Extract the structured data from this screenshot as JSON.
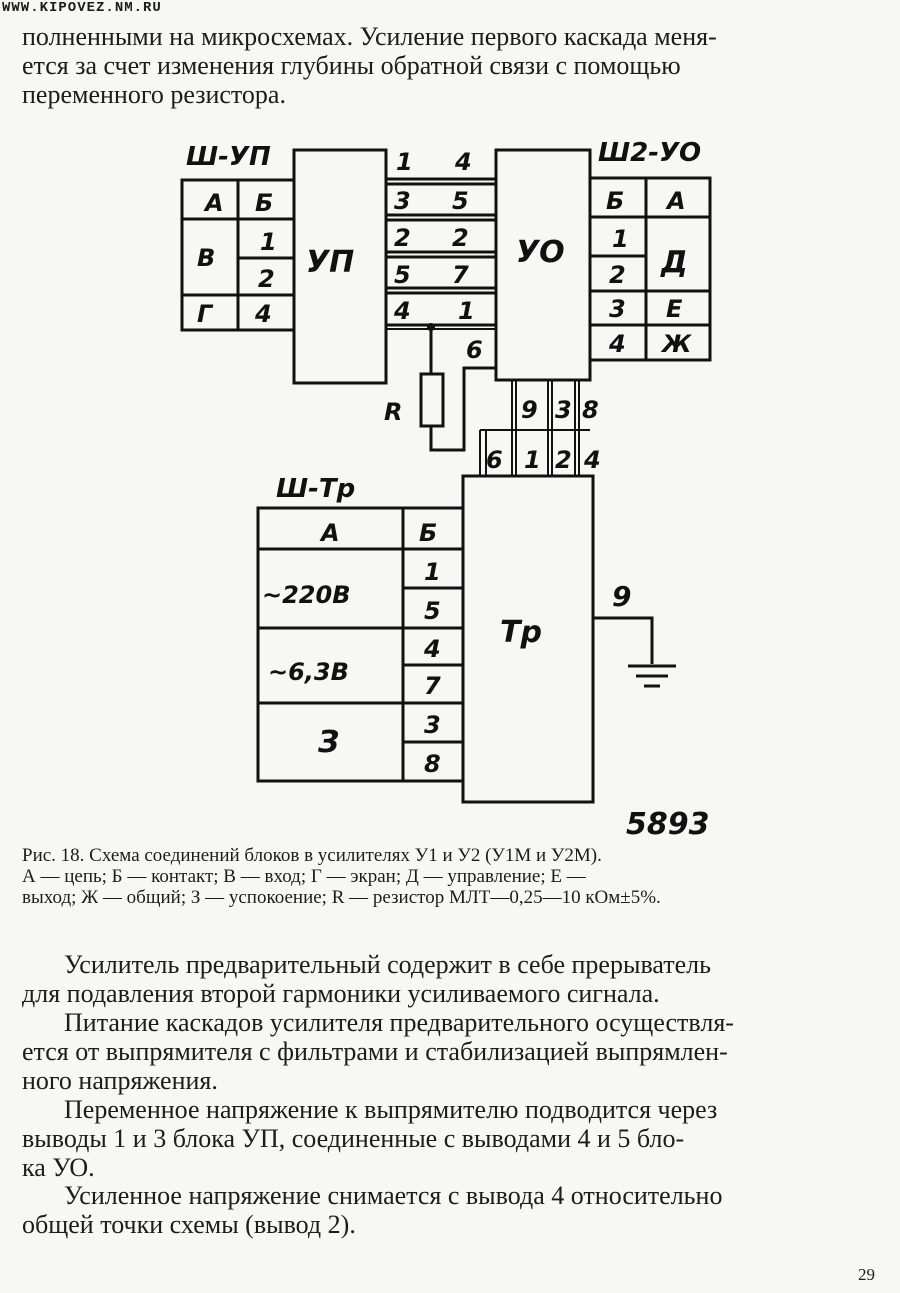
{
  "header": {
    "watermark": "WWW.KIPOVEZ.NM.RU"
  },
  "intro_lines": [
    "полненными на микросхемах. Усиление первого каскада меня-",
    "ется за счет изменения глубины обратной связи с помощью",
    "переменного резистора."
  ],
  "diagram": {
    "connector_up": "Ш-УП",
    "connector_uo": "Ш2-УО",
    "connector_tr": "Ш-Тр",
    "block_up": "УП",
    "block_uo": "УО",
    "block_tr": "Тр",
    "resistor": "R",
    "ground_pin": "9",
    "pin_6": "6",
    "figure_number": "5893",
    "up_table": {
      "header_a": "А",
      "header_b": "Б",
      "row_v": "В",
      "row_g": "Г",
      "pins": [
        "1",
        "2",
        "4"
      ]
    },
    "up_uo_pins": [
      [
        "1",
        "4"
      ],
      [
        "3",
        "5"
      ],
      [
        "2",
        "2"
      ],
      [
        "5",
        "7"
      ],
      [
        "4",
        "1"
      ]
    ],
    "uo_table": {
      "header_b": "Б",
      "header_a": "А",
      "pins": [
        "1",
        "2",
        "3",
        "4"
      ],
      "labels": [
        "Д",
        "Е",
        "Ж"
      ]
    },
    "vertical_pins": {
      "uo_bottom": [
        "9",
        "3",
        "8"
      ],
      "tr_top": [
        "6",
        "1",
        "2",
        "4"
      ]
    },
    "tr_table": {
      "header_a": "А",
      "header_b": "Б",
      "rows": [
        "~220В",
        "~6,3В",
        "З"
      ],
      "pins": [
        "1",
        "5",
        "4",
        "7",
        "3",
        "8"
      ]
    }
  },
  "caption_lines": [
    "Рис. 18. Схема соединений блоков в усилителях У1 и У2 (У1М и У2М).",
    "А — цепь; Б — контакт; В — вход; Г — экран; Д — управление; Е —",
    "выход; Ж — общий; З — успокоение; R — резистор МЛТ—0,25—10 кОм±5%."
  ],
  "body_paragraphs": [
    [
      "Усилитель предварительный содержит в себе прерыватель",
      "для подавления второй гармоники усиливаемого сигнала."
    ],
    [
      "Питание каскадов усилителя предварительного осуществля-",
      "ется от выпрямителя с фильтрами и стабилизацией выпрямлен-",
      "ного напряжения."
    ],
    [
      "Переменное напряжение к выпрямителю подводится через",
      "выводы 1 и 3 блока УП, соединенные с выводами 4 и 5 бло-",
      "ка УО."
    ],
    [
      "Усиленное напряжение снимается с вывода 4 относительно",
      "общей точки схемы (вывод 2)."
    ]
  ],
  "page_number": "29"
}
